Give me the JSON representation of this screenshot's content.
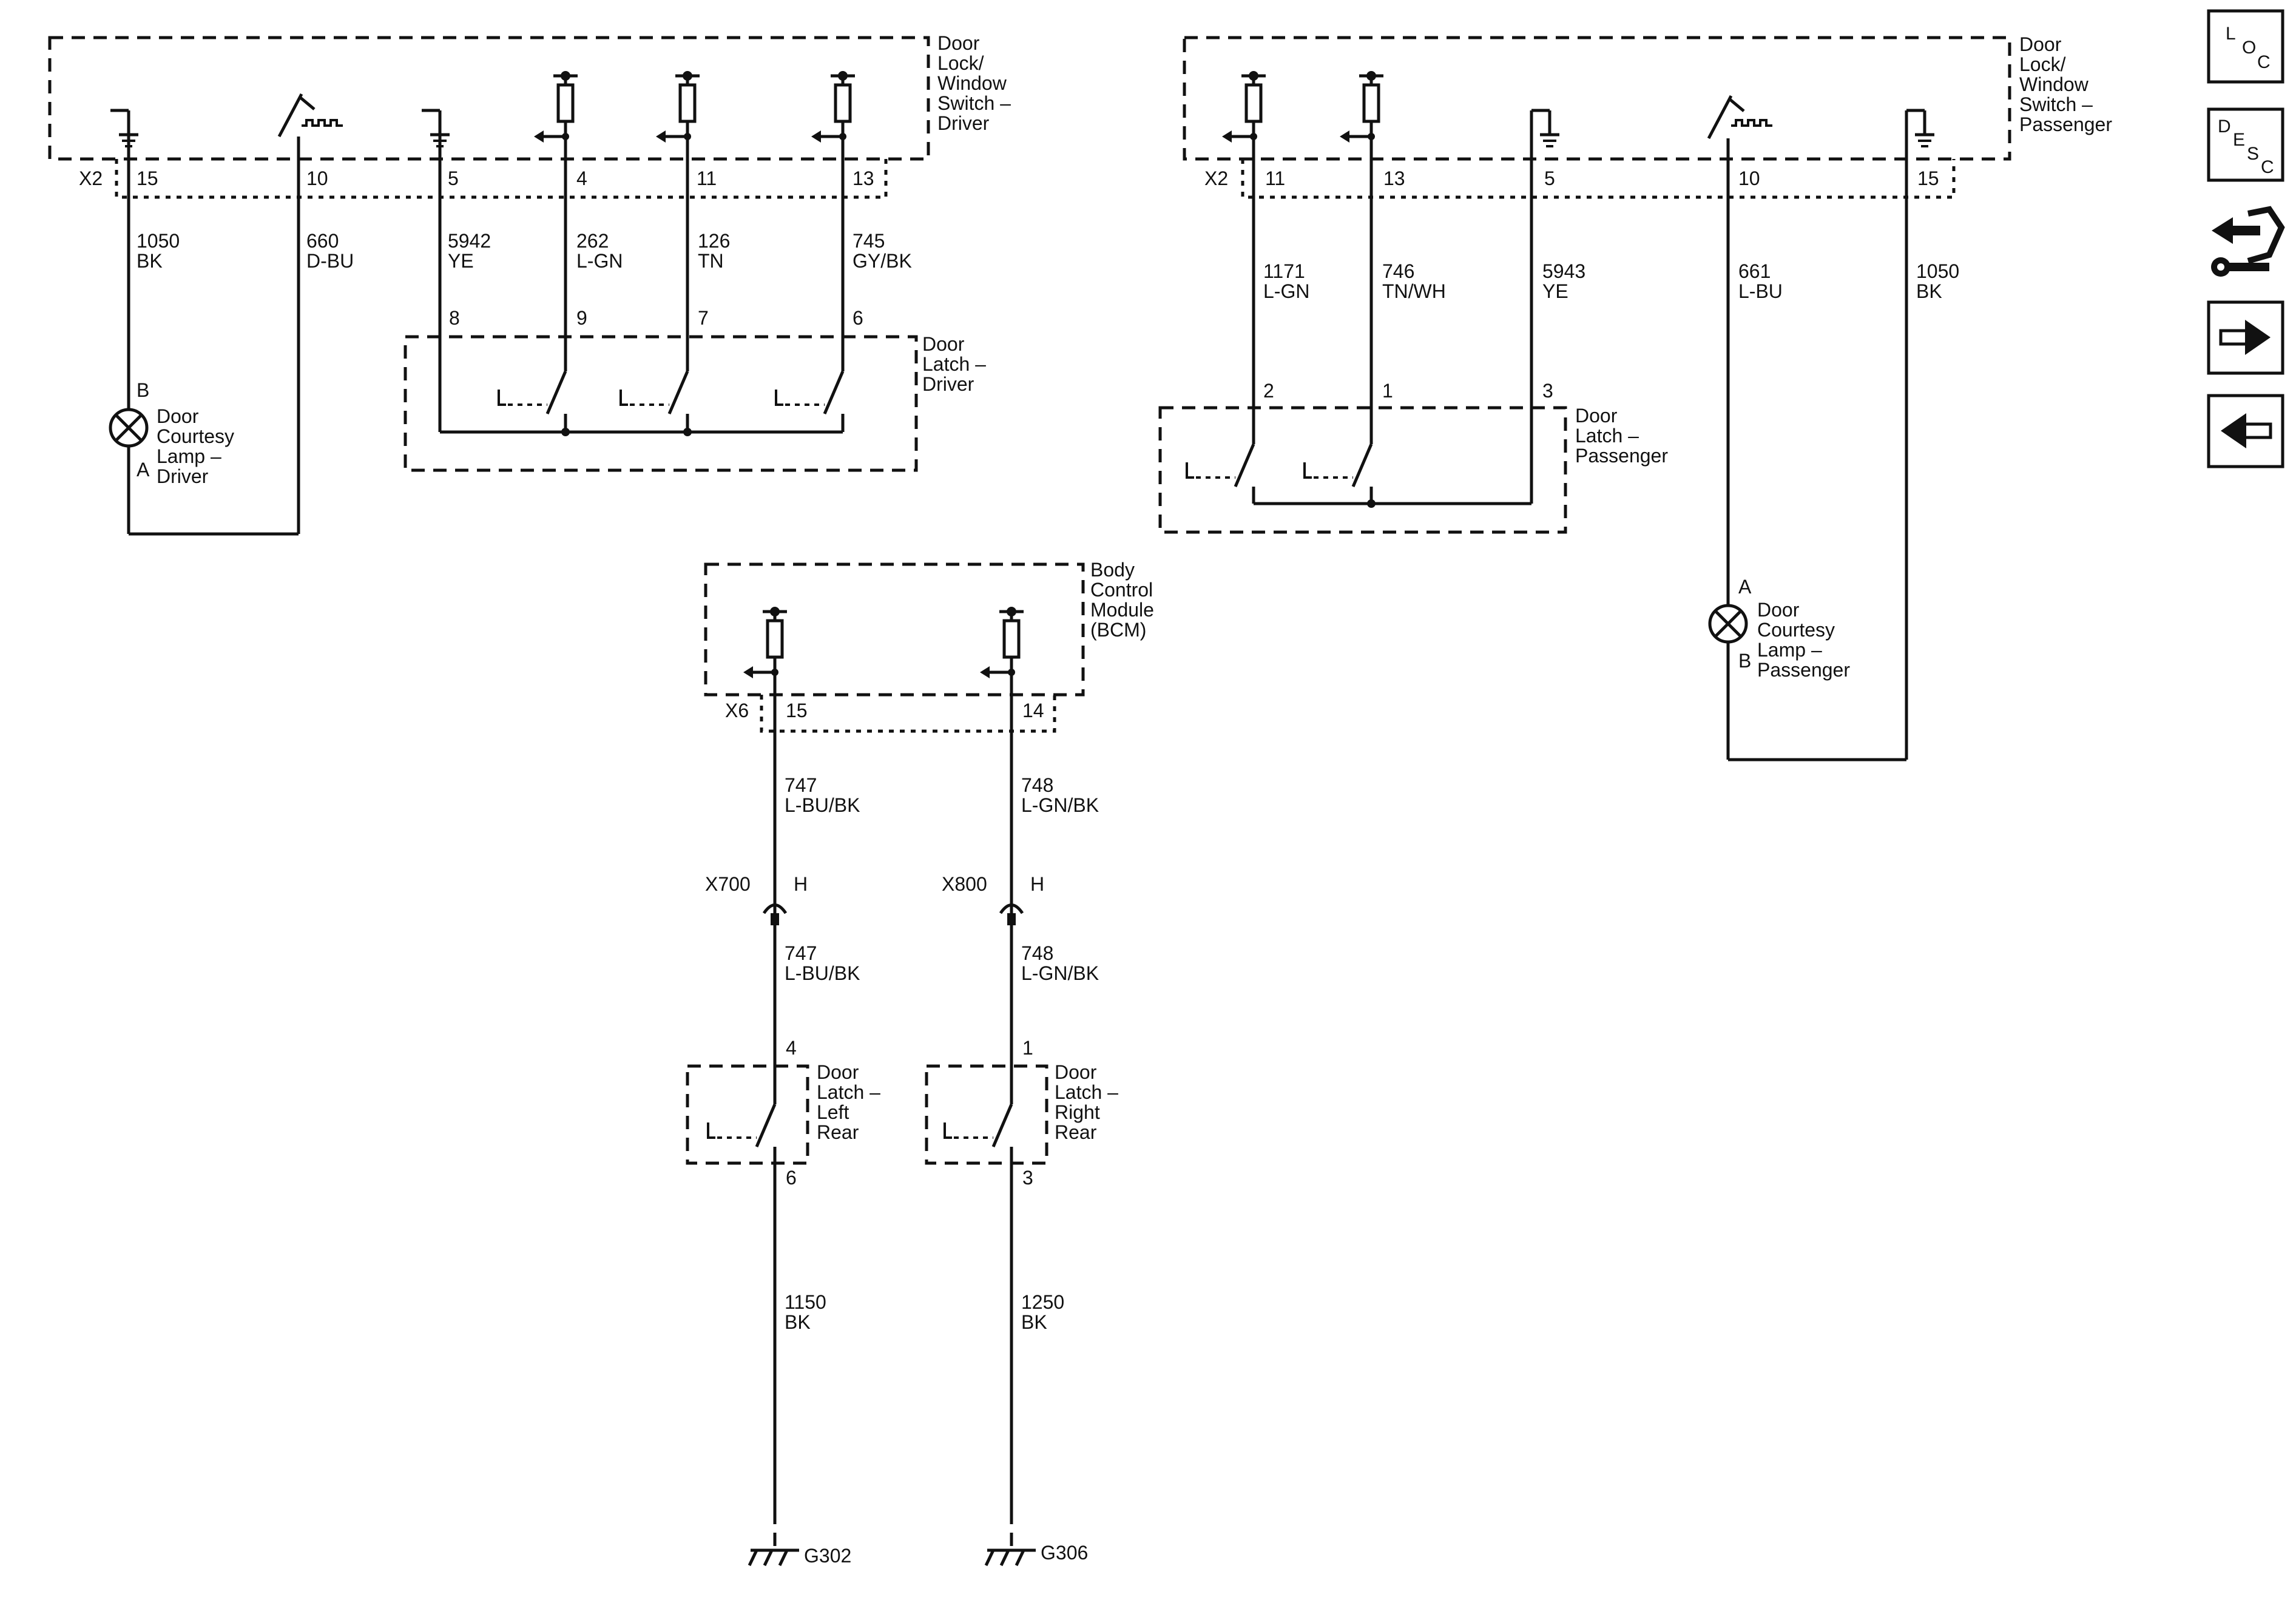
{
  "components": {
    "driver_switch": [
      "Door",
      "Lock/",
      "Window",
      "Switch –",
      "Driver"
    ],
    "passenger_switch": [
      "Door",
      "Lock/",
      "Window",
      "Switch –",
      "Passenger"
    ],
    "driver_latch": [
      "Door",
      "Latch –",
      "Driver"
    ],
    "passenger_latch": [
      "Door",
      "Latch –",
      "Passenger"
    ],
    "driver_lamp": [
      "Door",
      "Courtesy",
      "Lamp –",
      "Driver"
    ],
    "passenger_lamp": [
      "Door",
      "Courtesy",
      "Lamp –",
      "Passenger"
    ],
    "bcm": [
      "Body",
      "Control",
      "Module",
      "(BCM)"
    ],
    "latch_left_rear": [
      "Door",
      "Latch –",
      "Left",
      "Rear"
    ],
    "latch_right_rear": [
      "Door",
      "Latch –",
      "Right",
      "Rear"
    ]
  },
  "connectors": {
    "driver_switch": "X2",
    "passenger_switch": "X2",
    "bcm": "X6",
    "inline_left": "X700",
    "inline_right": "X800",
    "inline_left_pin": "H",
    "inline_right_pin": "H"
  },
  "pins": {
    "driver_switch": [
      "15",
      "10",
      "5",
      "4",
      "11",
      "13"
    ],
    "passenger_switch": [
      "11",
      "13",
      "5",
      "10",
      "15"
    ],
    "driver_latch": [
      "8",
      "9",
      "7",
      "6"
    ],
    "passenger_latch": [
      "2",
      "1",
      "3"
    ],
    "bcm": [
      "15",
      "14"
    ],
    "lamp_driver": [
      "B",
      "A"
    ],
    "lamp_passenger": [
      "A",
      "B"
    ],
    "latch_left_rear": [
      "4",
      "6"
    ],
    "latch_right_rear": [
      "1",
      "3"
    ]
  },
  "wires": {
    "d1050": {
      "circuit": "1050",
      "color": "BK"
    },
    "d660": {
      "circuit": "660",
      "color": "D-BU"
    },
    "d5942": {
      "circuit": "5942",
      "color": "YE"
    },
    "d262": {
      "circuit": "262",
      "color": "L-GN"
    },
    "d126": {
      "circuit": "126",
      "color": "TN"
    },
    "d745": {
      "circuit": "745",
      "color": "GY/BK"
    },
    "p1171": {
      "circuit": "1171",
      "color": "L-GN"
    },
    "p746": {
      "circuit": "746",
      "color": "TN/WH"
    },
    "p5943": {
      "circuit": "5943",
      "color": "YE"
    },
    "p661": {
      "circuit": "661",
      "color": "L-BU"
    },
    "p1050": {
      "circuit": "1050",
      "color": "BK"
    },
    "b747a": {
      "circuit": "747",
      "color": "L-BU/BK"
    },
    "b748a": {
      "circuit": "748",
      "color": "L-GN/BK"
    },
    "b747b": {
      "circuit": "747",
      "color": "L-BU/BK"
    },
    "b748b": {
      "circuit": "748",
      "color": "L-GN/BK"
    },
    "g1150": {
      "circuit": "1150",
      "color": "BK"
    },
    "g1250": {
      "circuit": "1250",
      "color": "BK"
    }
  },
  "grounds": {
    "left": "G302",
    "right": "G306"
  },
  "nav": {
    "loc": {
      "l1": "L",
      "l2": "O",
      "l3": "C"
    },
    "desc": {
      "l1": "D",
      "l2": "E",
      "l3": "S",
      "l4": "C"
    },
    "icons": [
      "connector-wrench-icon",
      "arrow-right-icon",
      "arrow-left-icon"
    ]
  }
}
